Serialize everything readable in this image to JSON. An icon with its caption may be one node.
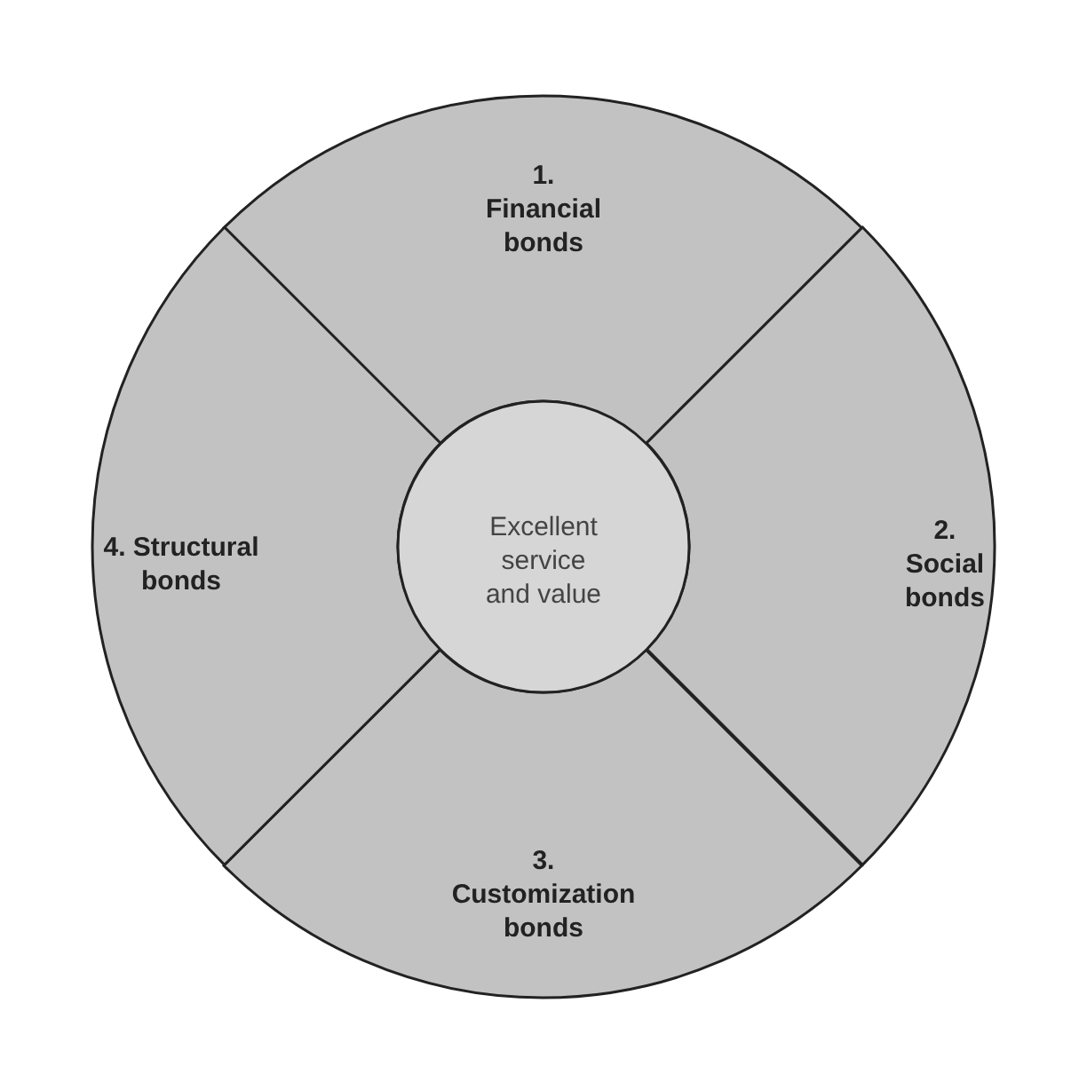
{
  "diagram": {
    "nodes": [
      {
        "text": [
          "1. Financial bonds"
        ]
      },
      {
        "text": [
          "2. Social bonds"
        ]
      },
      {
        "text": [
          "3. Customization bonds"
        ]
      },
      {
        "text": [
          "4. Structural bonds"
        ]
      },
      {
        "text": [
          "Excellent service and value"
        ]
      }
    ]
  }
}
